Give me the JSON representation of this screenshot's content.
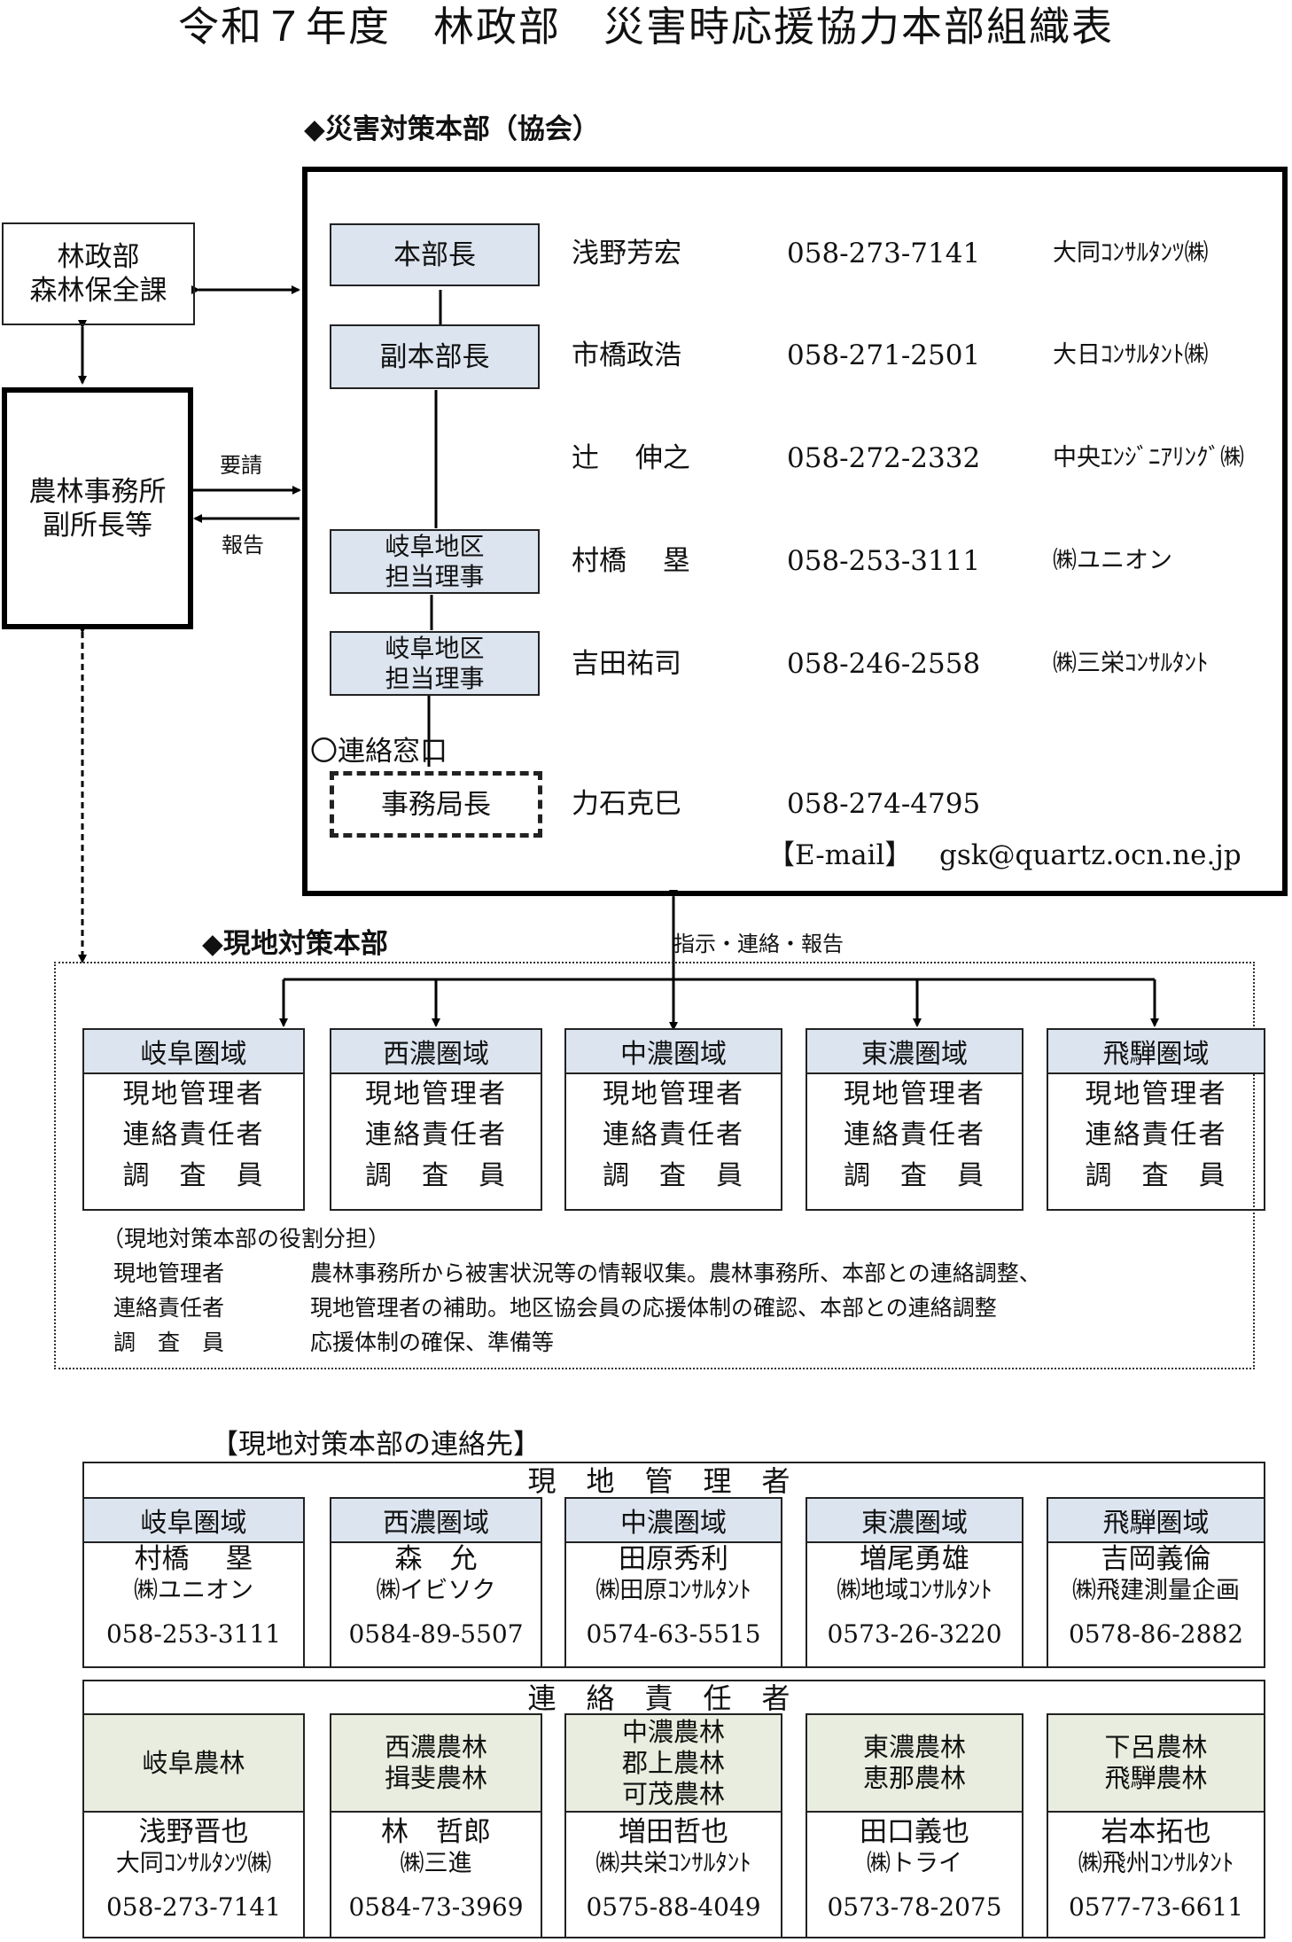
{
  "title": "令和７年度　林政部　災害時応援協力本部組織表",
  "hq": {
    "heading": "◆災害対策本部（協会）",
    "members": [
      {
        "role": "本部長",
        "name": "浅野芳宏",
        "phone": "058-273-7141",
        "company": "大同ｺﾝｻﾙﾀﾝﾂ㈱"
      },
      {
        "role": "副本部長",
        "name": "市橋政浩",
        "phone": "058-271-2501",
        "company": "大日ｺﾝｻﾙﾀﾝﾄ㈱"
      },
      {
        "role": "",
        "name": "辻　 伸之",
        "phone": "058-272-2332",
        "company": "中央ｴﾝｼﾞﾆｱﾘﾝｸﾞ㈱"
      },
      {
        "role": "岐阜地区\n担当理事",
        "name": "村橋　 塁",
        "phone": "058-253-3111",
        "company": "㈱ユニオン"
      },
      {
        "role": "岐阜地区\n担当理事",
        "name": "吉田祐司",
        "phone": "058-246-2558",
        "company": "㈱三栄ｺﾝｻﾙﾀﾝﾄ"
      }
    ],
    "contact_label": "〇連絡窓口",
    "secretary": {
      "role": "事務局長",
      "name": "力石克巳",
      "phone": "058-274-4795"
    },
    "email_label": "【E-mail】",
    "email": "gsk@quartz.ocn.ne.jp"
  },
  "left": {
    "forest_dept": "林政部\n森林保全課",
    "office": "農林事務所\n副所長等",
    "request_label": "要請",
    "report_label": "報告"
  },
  "field": {
    "heading": "◆現地対策本部",
    "instruction_label": "指示・連絡・報告",
    "regions": [
      "岐阜圏域",
      "西濃圏域",
      "中濃圏域",
      "東濃圏域",
      "飛騨圏域"
    ],
    "roles": [
      "現地管理者",
      "連絡責任者",
      "調　査　員"
    ],
    "duties_title": "（現地対策本部の役割分担）",
    "duties": [
      {
        "role": "現地管理者",
        "desc": "農林事務所から被害状況等の情報収集。農林事務所、本部との連絡調整、"
      },
      {
        "role": "連絡責任者",
        "desc": "現地管理者の補助。地区協会員の応援体制の確認、本部との連絡調整"
      },
      {
        "role": "調　査　員",
        "desc": "応援体制の確保、準備等"
      }
    ]
  },
  "contacts": {
    "heading": "【現地対策本部の連絡先】",
    "managers_label": "現地管理者",
    "managers": [
      {
        "region": "岐阜圏域",
        "name": "村橋　 塁",
        "company": "㈱ユニオン",
        "phone": "058-253-3111"
      },
      {
        "region": "西濃圏域",
        "name": "森　允",
        "company": "㈱イビソク",
        "phone": "0584-89-5507"
      },
      {
        "region": "中濃圏域",
        "name": "田原秀利",
        "company": "㈱田原ｺﾝｻﾙﾀﾝﾄ",
        "phone": "0574-63-5515"
      },
      {
        "region": "東濃圏域",
        "name": "増尾勇雄",
        "company": "㈱地域ｺﾝｻﾙﾀﾝﾄ",
        "phone": "0573-26-3220"
      },
      {
        "region": "飛騨圏域",
        "name": "吉岡義倫",
        "company": "㈱飛建測量企画",
        "phone": "0578-86-2882"
      }
    ],
    "liaison_label": "連絡責任者",
    "liaisons": [
      {
        "offices": "岐阜農林",
        "name": "浅野晋也",
        "company": "大同ｺﾝｻﾙﾀﾝﾂ㈱",
        "phone": "058-273-7141"
      },
      {
        "offices": "西濃農林\n揖斐農林",
        "name": "林　哲郎",
        "company": "㈱三進",
        "phone": "0584-73-3969"
      },
      {
        "offices": "中濃農林\n郡上農林\n可茂農林",
        "name": "増田哲也",
        "company": "㈱共栄ｺﾝｻﾙﾀﾝﾄ",
        "phone": "0575-88-4049"
      },
      {
        "offices": "東濃農林\n恵那農林",
        "name": "田口義也",
        "company": "㈱トライ",
        "phone": "0573-78-2075"
      },
      {
        "offices": "下呂農林\n飛騨農林",
        "name": "岩本拓也",
        "company": "㈱飛州ｺﾝｻﾙﾀﾝﾄ",
        "phone": "0577-73-6611"
      }
    ]
  }
}
